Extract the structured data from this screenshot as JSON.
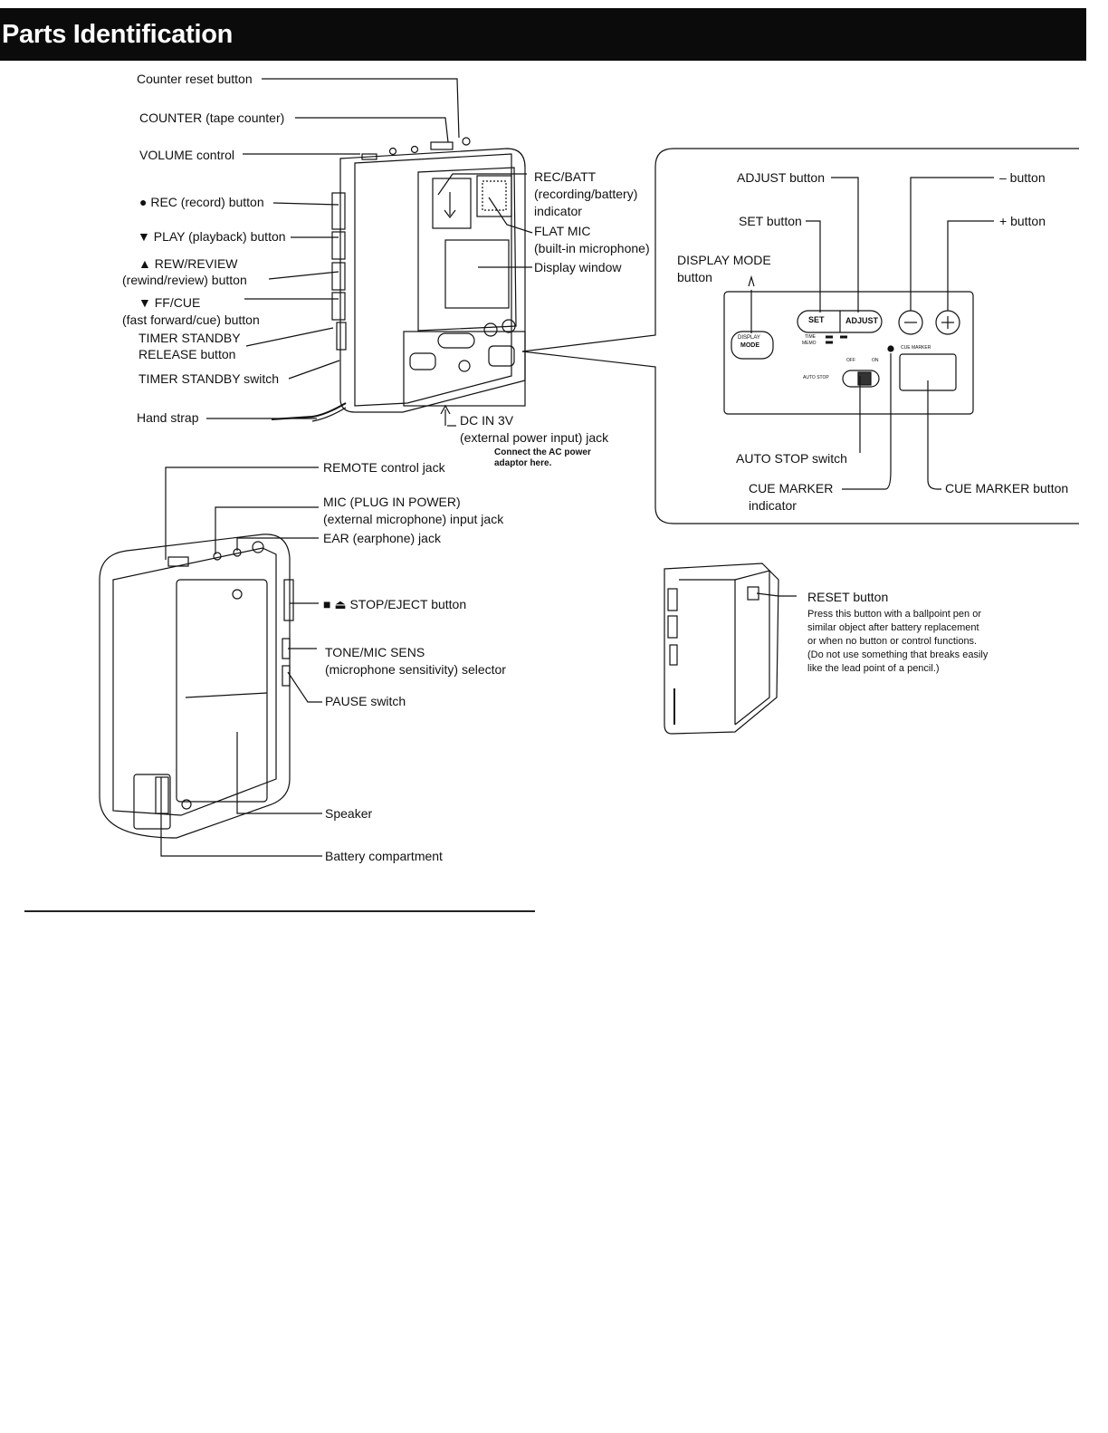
{
  "header": {
    "title": "Parts Identification"
  },
  "top_device": {
    "counter_reset": "Counter reset button",
    "counter": "COUNTER (tape counter)",
    "volume": "VOLUME control",
    "rec": "● REC (record) button",
    "play": "▼ PLAY (playback) button",
    "rew_line1": "▲ REW/REVIEW",
    "rew_line2": "(rewind/review) button",
    "ff_line1": "▼ FF/CUE",
    "ff_line2": "(fast forward/cue) button",
    "timer_release_line1": "TIMER STANDBY",
    "timer_release_line2": "RELEASE button",
    "timer_switch": "TIMER STANDBY switch",
    "hand_strap": "Hand strap",
    "recbatt_line1": "REC/BATT",
    "recbatt_line2": "(recording/battery)",
    "recbatt_line3": "indicator",
    "flatmic_line1": "FLAT MIC",
    "flatmic_line2": "(built-in microphone)",
    "display_window": "Display window",
    "dcin_line1": "DC IN 3V",
    "dcin_line2": "(external power input) jack",
    "dcin_note1": "Connect the AC power",
    "dcin_note2": "adaptor here."
  },
  "detail": {
    "adjust": "ADJUST button",
    "minus": "– button",
    "set": "SET button",
    "plus": "+ button",
    "display_mode_line1": "DISPLAY MODE",
    "display_mode_line2": "button",
    "auto_stop": "AUTO STOP switch",
    "cue_marker_ind_line1": "CUE MARKER",
    "cue_marker_ind_line2": "indicator",
    "cue_marker_btn": "CUE MARKER button",
    "panel_set": "SET",
    "panel_adjust": "ADJUST",
    "panel_display": "DISPLAY",
    "panel_mode": "MODE",
    "panel_time": "TIME",
    "panel_memo": "MEMO",
    "panel_off": "OFF",
    "panel_on": "ON",
    "panel_auto_stop": "AUTO STOP",
    "panel_cue_marker": "CUE MARKER"
  },
  "back_device": {
    "remote": "REMOTE control jack",
    "mic_line1": "MIC (PLUG IN POWER)",
    "mic_line2": "(external microphone) input jack",
    "ear": "EAR (earphone) jack",
    "stop_eject": "■ ⏏ STOP/EJECT button",
    "tone_line1": "TONE/MIC SENS",
    "tone_line2": "(microphone sensitivity) selector",
    "pause": "PAUSE switch",
    "speaker": "Speaker",
    "battery": "Battery compartment"
  },
  "reset": {
    "title": "RESET button",
    "line1": "Press this button with a ballpoint pen or",
    "line2": "similar object after battery replacement",
    "line3": "or when no button or control functions.",
    "line4": "(Do not use something that breaks easily",
    "line5": "like the lead point of a pencil.)"
  }
}
